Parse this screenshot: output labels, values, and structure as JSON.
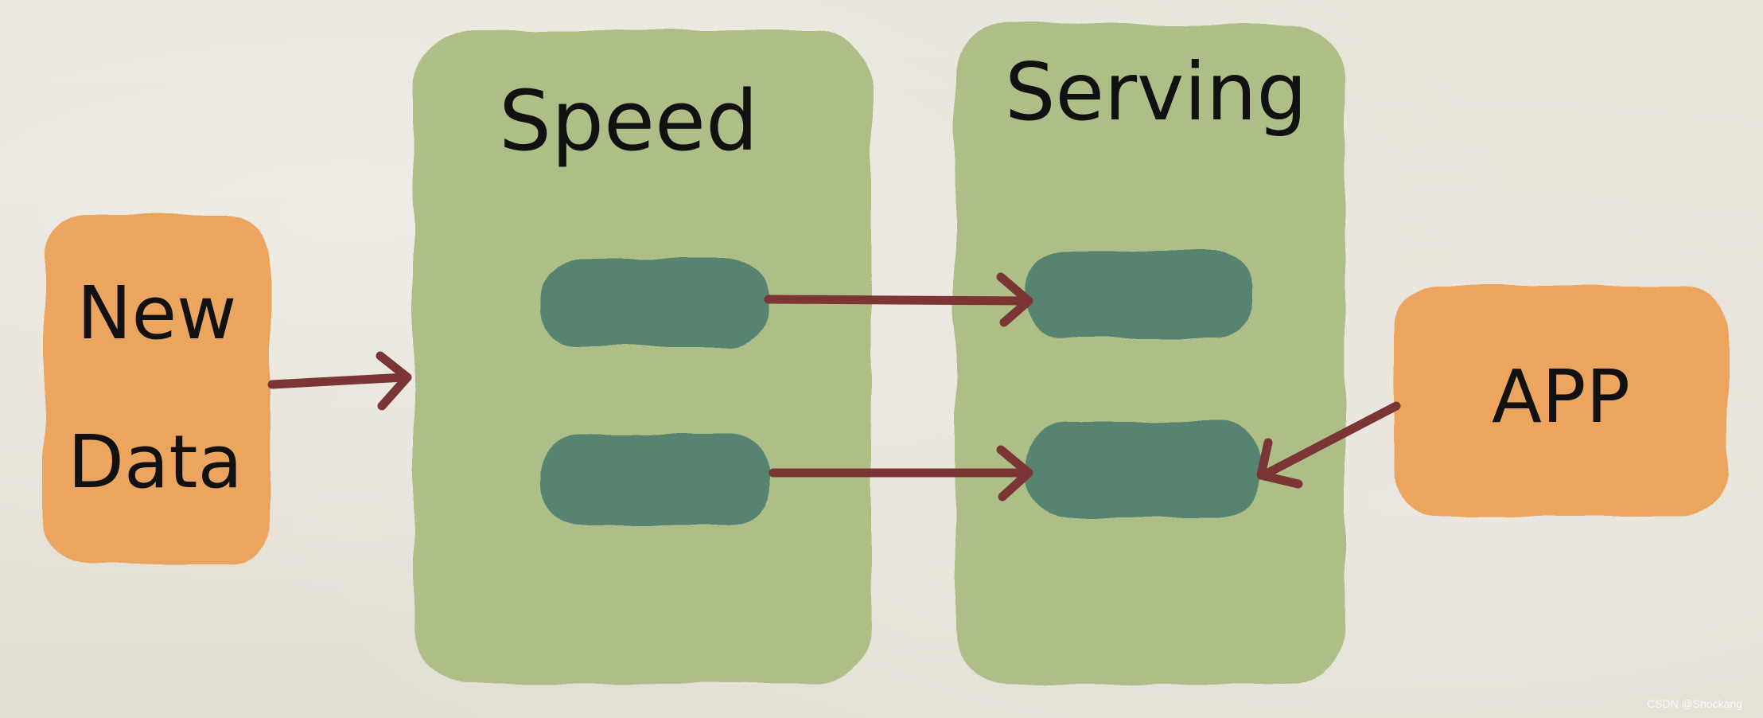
{
  "nodes": {
    "new_data": {
      "line1": "New",
      "line2": "Data"
    },
    "speed": {
      "title": "Speed"
    },
    "serving": {
      "title": "Serving"
    },
    "app": {
      "label": "APP"
    }
  },
  "watermark": "CSDN @Shockang",
  "colors": {
    "background": "#e6e2d8",
    "orange": "#eca55f",
    "layer_green": "#adbe86",
    "block_teal": "#568470",
    "arrow": "#7c3535",
    "text": "#111111"
  }
}
